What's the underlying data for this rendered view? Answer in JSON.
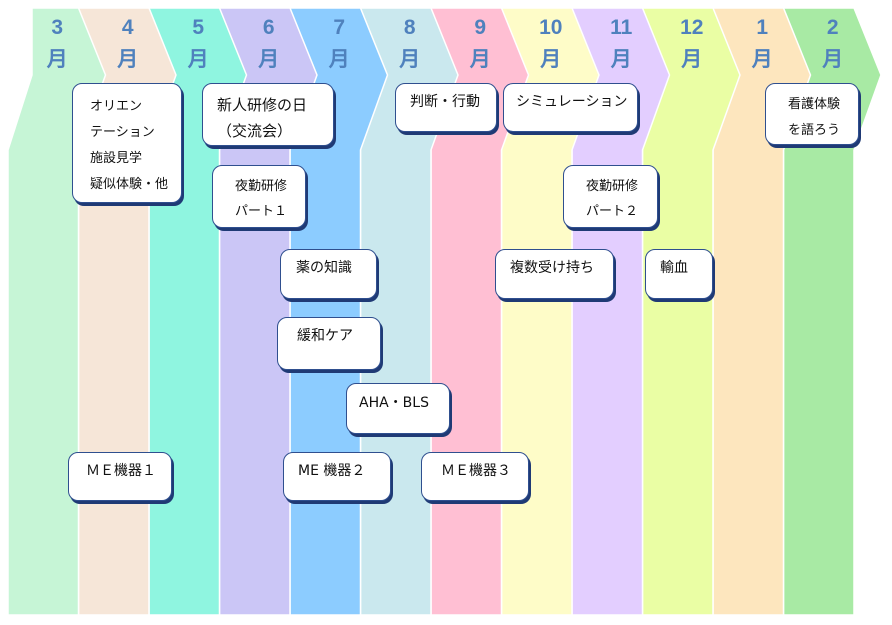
{
  "months": [
    {
      "num": "3",
      "kanji": "月",
      "color": "#c6f5d6"
    },
    {
      "num": "4",
      "kanji": "月",
      "color": "#f6e6d8"
    },
    {
      "num": "5",
      "kanji": "月",
      "color": "#8ff5e0"
    },
    {
      "num": "6",
      "kanji": "月",
      "color": "#cbc6f6"
    },
    {
      "num": "7",
      "kanji": "月",
      "color": "#8cccff"
    },
    {
      "num": "8",
      "kanji": "月",
      "color": "#cae8ee"
    },
    {
      "num": "9",
      "kanji": "月",
      "color": "#ffbfd3"
    },
    {
      "num": "10",
      "kanji": "月",
      "color": "#fefcc8"
    },
    {
      "num": "11",
      "kanji": "月",
      "color": "#e3ceff"
    },
    {
      "num": "12",
      "kanji": "月",
      "color": "#eafea4"
    },
    {
      "num": "1",
      "kanji": "月",
      "color": "#fde6be"
    },
    {
      "num": "2",
      "kanji": "月",
      "color": "#a8eaa4"
    }
  ],
  "events": [
    {
      "id": "orientation",
      "lines": [
        "オリエン",
        "テーション",
        "施設見学",
        "疑似体験・他"
      ]
    },
    {
      "id": "new-staff-day",
      "lines": [
        "新人研修の日",
        "（交流会）"
      ]
    },
    {
      "id": "judgment-action",
      "lines": [
        "判断・行動"
      ]
    },
    {
      "id": "simulation",
      "lines": [
        "シミュレーション"
      ]
    },
    {
      "id": "talk-nursing",
      "lines": [
        "看護体験",
        "を語ろう"
      ]
    },
    {
      "id": "night-shift-1",
      "lines": [
        "夜勤研修",
        "パート１"
      ]
    },
    {
      "id": "night-shift-2",
      "lines": [
        "夜勤研修",
        "パート２"
      ]
    },
    {
      "id": "medicine-knowledge",
      "lines": [
        "薬の知識"
      ]
    },
    {
      "id": "multiple-patients",
      "lines": [
        "複数受け持ち"
      ]
    },
    {
      "id": "blood-transfusion",
      "lines": [
        "輸血"
      ]
    },
    {
      "id": "palliative-care",
      "lines": [
        "緩和ケア"
      ]
    },
    {
      "id": "aha-bls",
      "lines": [
        "AHA・BLS"
      ]
    },
    {
      "id": "me-equipment-1",
      "lines": [
        "ＭＥ機器１"
      ]
    },
    {
      "id": "me-equipment-2",
      "lines": [
        "ME 機器２"
      ]
    },
    {
      "id": "me-equipment-3",
      "lines": [
        "ＭＥ機器３"
      ]
    }
  ]
}
